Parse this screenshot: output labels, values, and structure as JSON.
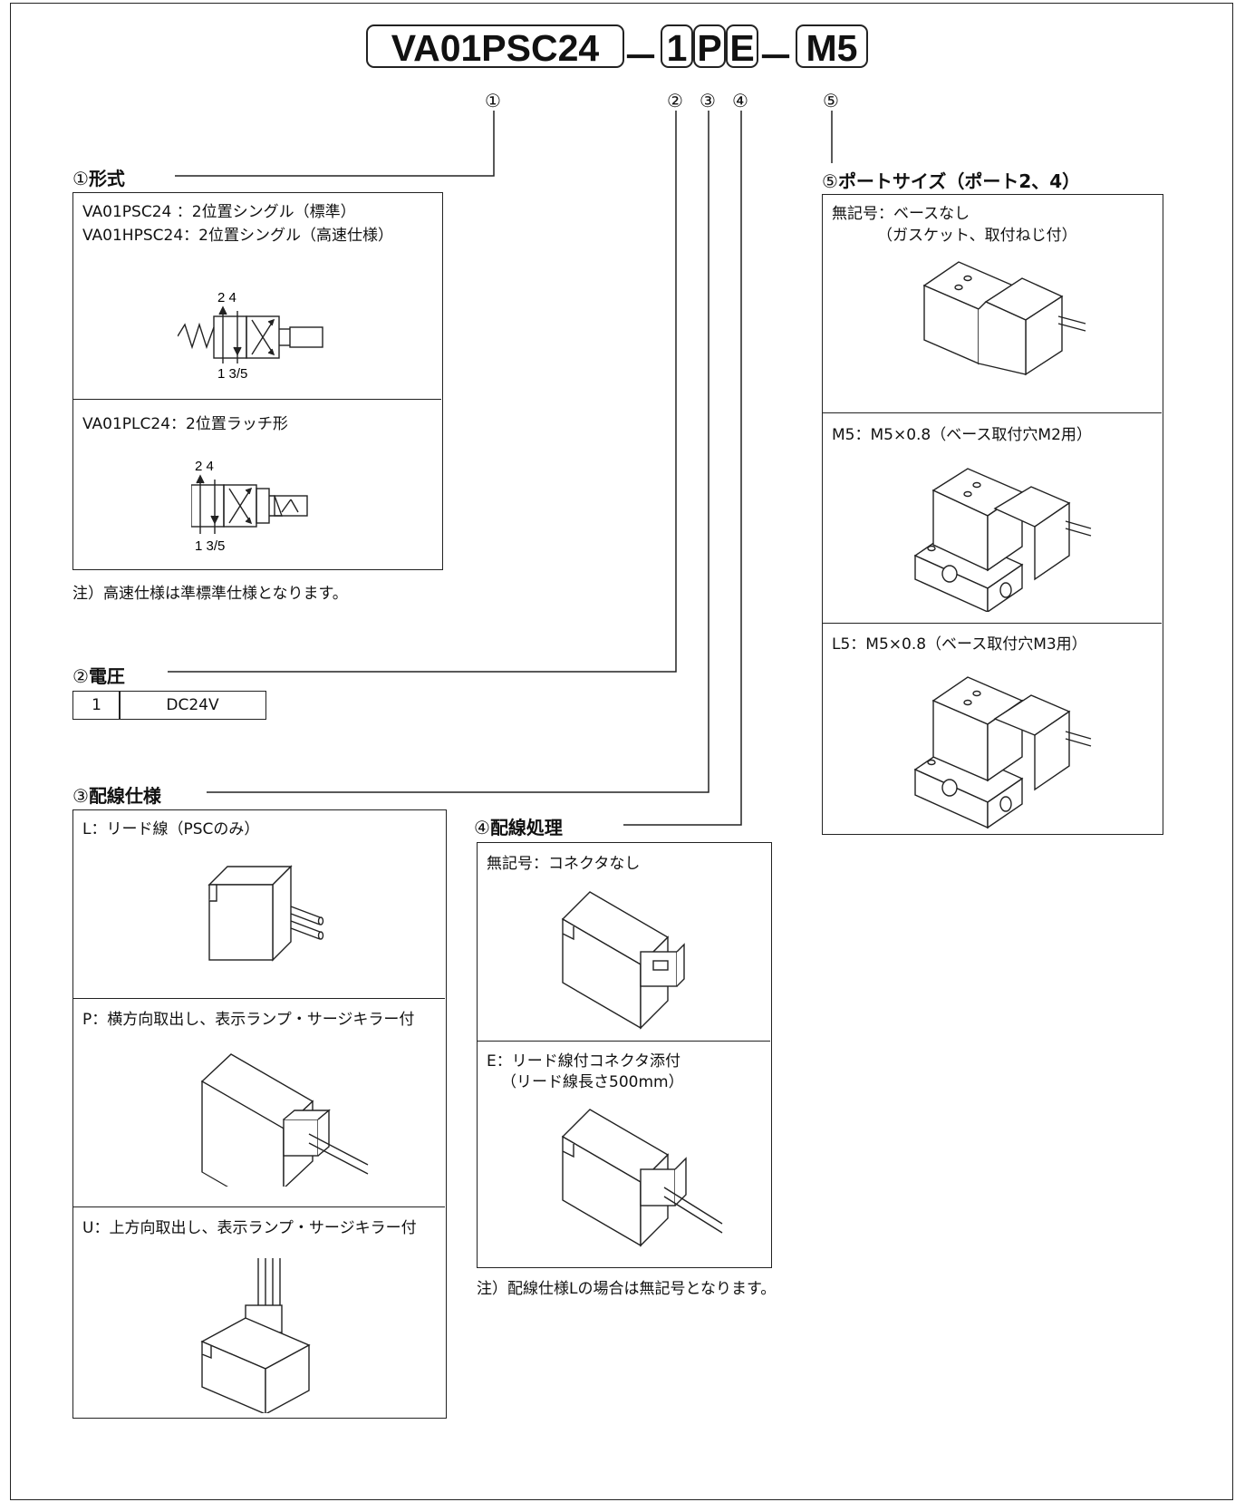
{
  "code": {
    "part1": "VA01PSC24",
    "part2": "1",
    "part3": "P",
    "part4": "E",
    "part5": "M5",
    "dash": "－"
  },
  "markers": [
    "①",
    "②",
    "③",
    "④",
    "⑤"
  ],
  "section1": {
    "num": "①",
    "title": "形式",
    "line1": "VA01PSC24 ：2位置シングル（標準）",
    "line2": "VA01HPSC24：2位置シングル（高速仕様）",
    "line3": "VA01PLC24：2位置ラッチ形",
    "note": "注）高速仕様は準標準仕様となります。",
    "symbol_top_label": "2 4",
    "symbol_bottom_label": "1 3/5"
  },
  "section2": {
    "num": "②",
    "title": "電圧",
    "code": "1",
    "value": "DC24V"
  },
  "section3": {
    "num": "③",
    "title": "配線仕様",
    "item_L": "L：リード線（PSCのみ）",
    "item_P": "P：横方向取出し、表示ランプ・サージキラー付",
    "item_U": "U：上方向取出し、表示ランプ・サージキラー付"
  },
  "section4": {
    "num": "④",
    "title": "配線処理",
    "item_none": "無記号：コネクタなし",
    "item_E_line1": "E：リード線付コネクタ添付",
    "item_E_line2": "（リード線長さ500mm）",
    "note": "注）配線仕様Lの場合は無記号となります。"
  },
  "section5": {
    "num": "⑤",
    "title": "ポートサイズ（ポート2、4）",
    "item_none_line1": "無記号：ベースなし",
    "item_none_line2": "（ガスケット、取付ねじ付）",
    "item_M5": "M5：M5×0.8（ベース取付穴M2用）",
    "item_L5": "L5：M5×0.8（ベース取付穴M3用）"
  }
}
